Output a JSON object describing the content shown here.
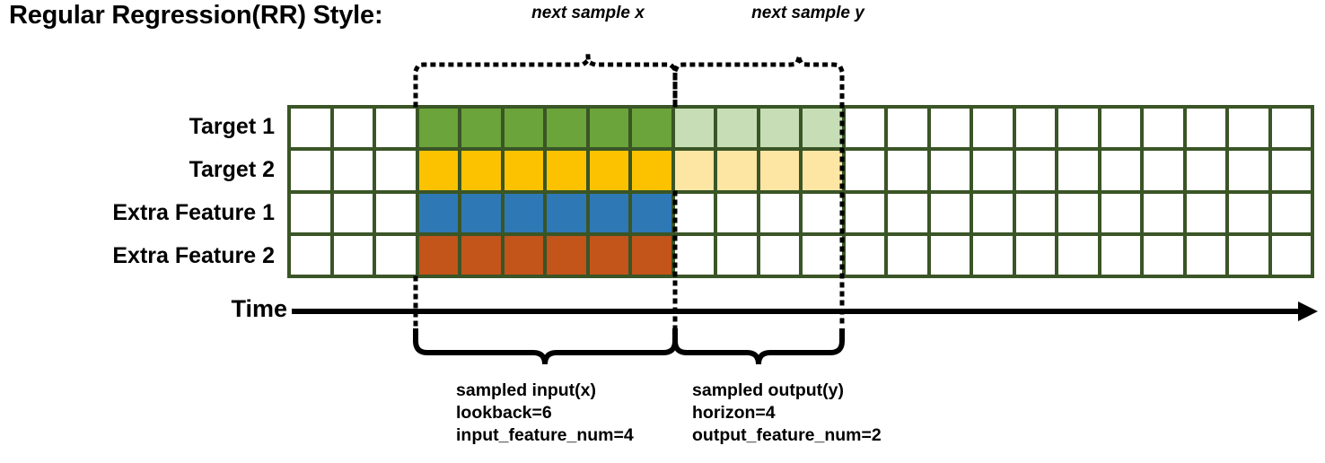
{
  "title": "Regular Regression(RR) Style:",
  "annotations": {
    "next_sample_x": "next sample x",
    "next_sample_y": "next sample y"
  },
  "rows": [
    {
      "label": "Target 1",
      "color": "green",
      "light_color": "lightgreen"
    },
    {
      "label": "Target 2",
      "color": "yellow",
      "light_color": "lightyellow"
    },
    {
      "label": "Extra Feature 1",
      "color": "blue",
      "light_color": null
    },
    {
      "label": "Extra Feature 2",
      "color": "orange",
      "light_color": null
    }
  ],
  "grid": {
    "total_columns": 24,
    "lead_blank_columns": 3,
    "input_columns": 6,
    "output_columns": 4,
    "trailing_blank_columns": 11
  },
  "axis": {
    "time_label": "Time"
  },
  "captions": {
    "input": {
      "line1": "sampled input(x)",
      "line2": "lookback=6",
      "line3": "input_feature_num=4"
    },
    "output": {
      "line1": "sampled output(y)",
      "line2": "horizon=4",
      "line3": "output_feature_num=2"
    }
  },
  "colors": {
    "grid_border": "#3a5526",
    "target1": "#6ba43a",
    "target1_light": "#c6ddb5",
    "target2": "#fcc200",
    "target2_light": "#fde5a4",
    "extra_feature1": "#2e79b5",
    "extra_feature2": "#c3541a",
    "line": "#000000"
  }
}
